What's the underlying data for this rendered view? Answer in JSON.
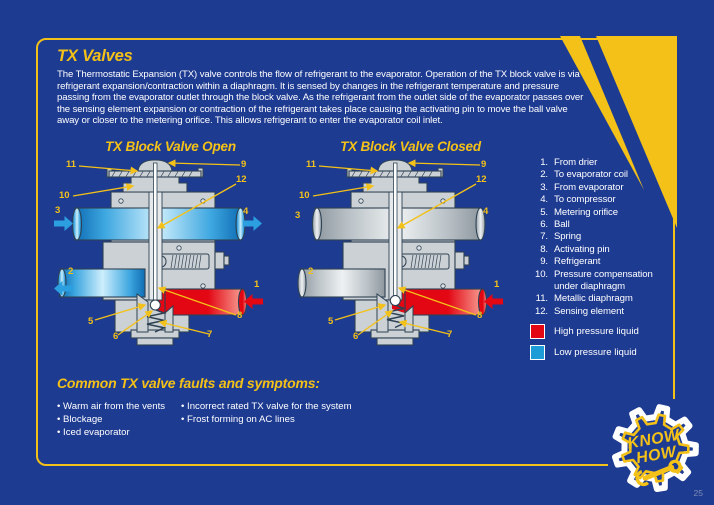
{
  "page": {
    "background_color": "#1e3b92",
    "accent_yellow": "#f3c117",
    "page_number": "25"
  },
  "intro": {
    "title": "TX Valves",
    "body": "The Thermostatic Expansion (TX) valve controls the flow of refrigerant to the evaporator. Operation of the TX block valve is via refrigerant expansion/contraction within a diaphragm. It is sensed by changes in the refrigerant temperature and pressure passing from the evaporator outlet through the block valve. As the refrigerant from the outlet side of the evaporator passes over the sensing element expansion or contraction of the refrigerant takes place causing the activating pin to move the ball valve away or closer to the metering orifice. This allows refrigerant to enter the evaporator coil inlet."
  },
  "diagram": {
    "titles": [
      "TX Block Valve Open",
      "TX Block Valve Closed"
    ],
    "callouts": {
      "c1": "1",
      "c2": "2",
      "c3": "3",
      "c4": "4",
      "c5": "5",
      "c6": "6",
      "c7": "7",
      "c8": "8",
      "c9": "9",
      "c10": "10",
      "c11": "11",
      "c12": "12"
    }
  },
  "legend": {
    "items": [
      {
        "num": "1.",
        "label": "From drier"
      },
      {
        "num": "2.",
        "label": "To evaporator coil"
      },
      {
        "num": "3.",
        "label": "From evaporator"
      },
      {
        "num": "4.",
        "label": "To compressor"
      },
      {
        "num": "5.",
        "label": "Metering orifice"
      },
      {
        "num": "6.",
        "label": "Ball"
      },
      {
        "num": "7.",
        "label": "Spring"
      },
      {
        "num": "8.",
        "label": "Activating pin"
      },
      {
        "num": "9.",
        "label": "Refrigerant"
      },
      {
        "num": "10.",
        "label": "Pressure compensation under diaphragm"
      },
      {
        "num": "11.",
        "label": "Metallic diaphragm"
      },
      {
        "num": "12.",
        "label": "Sensing element"
      }
    ],
    "swatches": [
      {
        "color": "#e30613",
        "label": "High pressure liquid"
      },
      {
        "color": "#1e9cd8",
        "label": "Low pressure liquid"
      }
    ]
  },
  "faults": {
    "title": "Common TX valve faults and symptoms:",
    "col1": [
      "Warm air from the vents",
      "Blockage",
      "Iced evaporator"
    ],
    "col2": [
      "Incorrect rated TX valve for the system",
      "Frost forming on AC lines"
    ]
  },
  "logo": {
    "line1": "KNOW",
    "line2": "HOW"
  }
}
